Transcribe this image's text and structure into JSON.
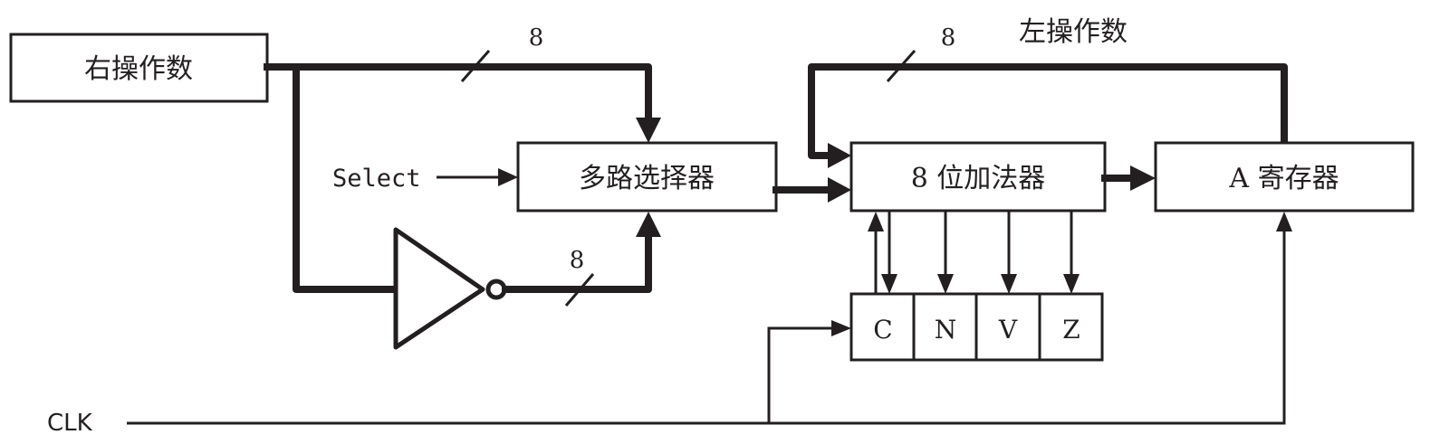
{
  "diagram": {
    "type": "block-diagram",
    "subject": "8-bit ALU datapath with adder, multiplexer, inverter, A register and flag register",
    "blocks": {
      "right_operand": "右操作数",
      "mux": "多路选择器",
      "adder": "8 位加法器",
      "a_register": "A 寄存器"
    },
    "labels": {
      "left_operand": "左操作数",
      "select": "Select",
      "clk": "CLK",
      "bus_width_top": "8",
      "bus_width_feedback": "8",
      "bus_width_inverter": "8"
    },
    "flags": [
      "C",
      "N",
      "V",
      "Z"
    ],
    "colors": {
      "line": "#231f20",
      "background": "#ffffff"
    }
  }
}
